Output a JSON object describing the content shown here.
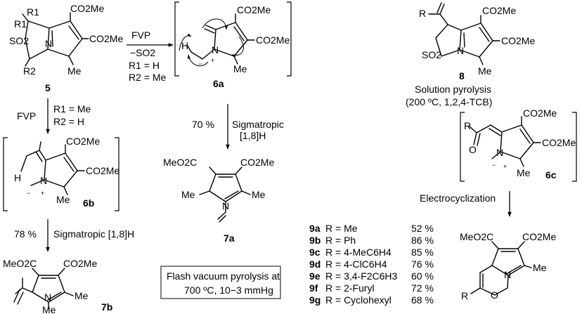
{
  "compounds": {
    "c5": "5",
    "c6a": "6a",
    "c6b": "6b",
    "c6c": "6c",
    "c7a": "7a",
    "c7b": "7b",
    "c8": "8"
  },
  "atoms": {
    "co2me": "CO2Me",
    "meo2c": "MeO2C",
    "me": "Me",
    "r": "R",
    "r1": "R1",
    "r2": "R2",
    "so2": "SO2",
    "s": "S",
    "n": "N",
    "o": "O",
    "h": "H",
    "plus": "+",
    "minus": "−"
  },
  "conditions": {
    "fvp": "FVP",
    "minus_so2": "−SO2",
    "r1_h": "R1 = H",
    "r2_me": "R2 = Me",
    "r1_me": "R1 = Me",
    "r2_h": "R2 = H",
    "yield_70": "70 %",
    "yield_78": "78 %",
    "sigmatropic": "Sigmatropic",
    "shift_18h": "[1,8]H",
    "sigmatropic_18h": "Sigmatropic [1,8]H",
    "solution_pyrolysis": "Solution pyrolysis",
    "solution_conditions": "(200 ºC, 1,2,4-TCB)",
    "electrocyclization": "Electrocyclization"
  },
  "note": {
    "line1": "Flash vacuum pyrolysis at",
    "line2": "700 ºC, 10−3 mmHg"
  },
  "yields_table": [
    {
      "compound": "9a",
      "substituent": "R = Me",
      "yield": "52 %"
    },
    {
      "compound": "9b",
      "substituent": "R = Ph",
      "yield": "86 %"
    },
    {
      "compound": "9c",
      "substituent": "R = 4-MeC6H4",
      "yield": "85 %"
    },
    {
      "compound": "9d",
      "substituent": "R = 4-ClC6H4",
      "yield": "76 %"
    },
    {
      "compound": "9e",
      "substituent": "R = 3,4-F2C6H3",
      "yield": "60 %"
    },
    {
      "compound": "9f",
      "substituent": "R = 2-Furyl",
      "yield": "72 %"
    },
    {
      "compound": "9g",
      "substituent": "R = Cyclohexyl",
      "yield": "68 %"
    }
  ]
}
